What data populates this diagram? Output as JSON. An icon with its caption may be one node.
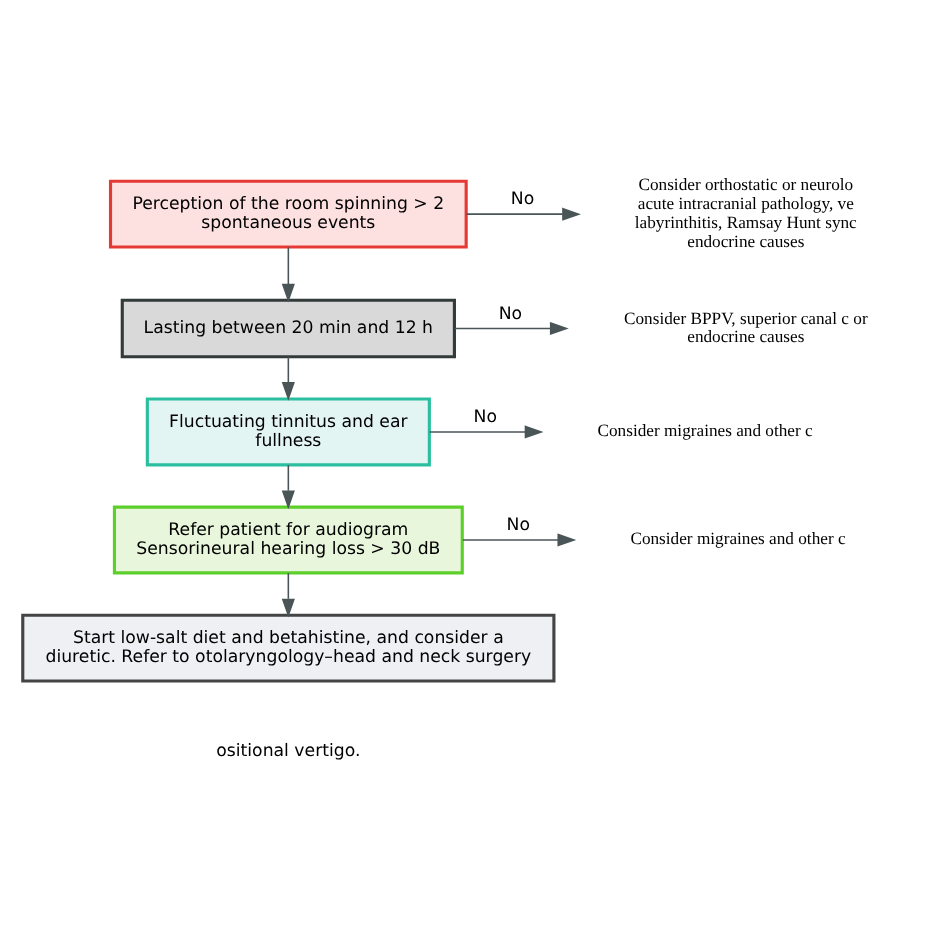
{
  "diagram": {
    "nodes": [
      {
        "text": [
          "Perception of the room spinning > 2 spontaneous events"
        ]
      },
      {
        "text": [
          "Consider orthostatic or neurolo acute intracranial pathology, ve labyrinthitis, Ramsay Hunt sync endocrine causes"
        ]
      },
      {
        "text": [
          "Lasting between 20 min and 12 h"
        ]
      },
      {
        "text": [
          "Consider BPPV, superior canal c or endocrine causes"
        ]
      },
      {
        "text": [
          "Fluctuating tinnitus and ear fullness"
        ]
      },
      {
        "text": [
          "Consider migraines and other c"
        ]
      },
      {
        "text": [
          "Refer patient for audiogram Sensorineural hearing loss > 30 dB"
        ]
      },
      {
        "text": [
          "Consider migraines and other c"
        ]
      },
      {
        "text": [
          "Start low-salt diet and betahistine, and consider a diuretic. Refer to otolaryngology–head and neck surgery"
        ]
      }
    ],
    "edges": [
      {
        "from": 0,
        "to": 1,
        "arrow": "to",
        "label": "No"
      },
      {
        "from": 0,
        "to": 2,
        "arrow": "to"
      },
      {
        "from": 2,
        "to": 3,
        "arrow": "to",
        "label": "No"
      },
      {
        "from": 2,
        "to": 4,
        "arrow": "to"
      },
      {
        "from": 4,
        "to": 5,
        "arrow": "to",
        "label": "No"
      },
      {
        "from": 4,
        "to": 6,
        "arrow": "to"
      },
      {
        "from": 6,
        "to": 7,
        "arrow": "to",
        "label": "No"
      },
      {
        "from": 6,
        "to": 8,
        "arrow": "to"
      }
    ],
    "labels": [
      "ositional vertigo."
    ]
  }
}
